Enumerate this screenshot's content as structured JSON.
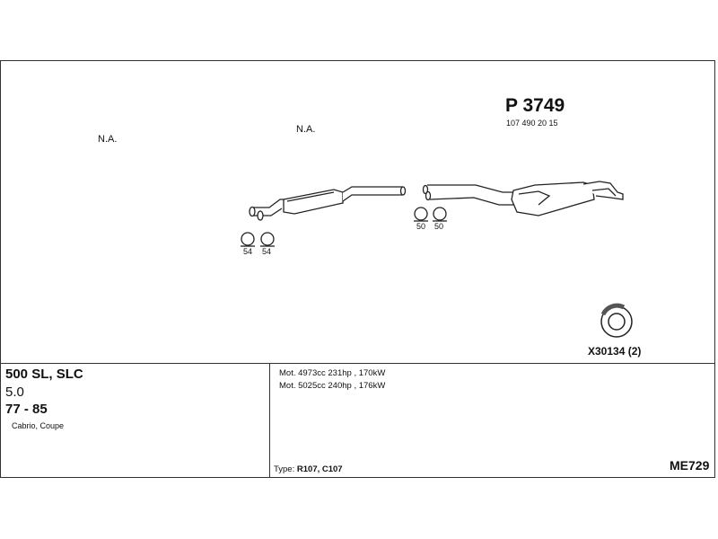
{
  "diagram": {
    "na_left": "N.A.",
    "na_mid": "N.A.",
    "part_number": "P 3749",
    "part_oem": "107 490 20 15",
    "clamps_front": [
      "54",
      "54"
    ],
    "clamps_rear": [
      "50",
      "50"
    ],
    "ring_label": "X30134 (2)"
  },
  "vehicle": {
    "model": "500 SL, SLC",
    "displacement": "5.0",
    "years": "77 - 85",
    "body": "Cabrio, Coupe"
  },
  "engines": [
    "Mot. 4973cc 231hp , 170kW",
    "Mot. 5025cc 240hp , 176kW"
  ],
  "type": {
    "label": "Type:",
    "value": "R107, C107"
  },
  "code": "ME729"
}
